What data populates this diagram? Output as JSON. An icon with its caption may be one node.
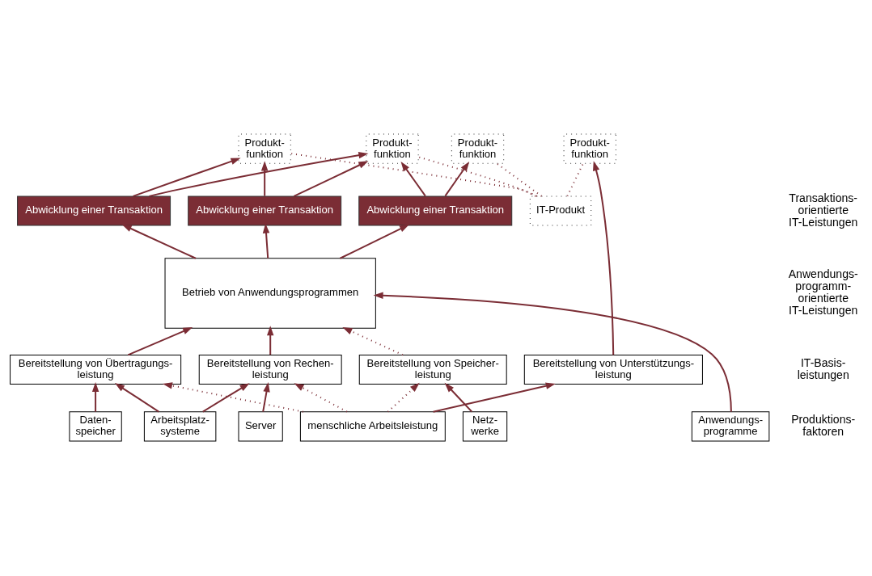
{
  "diagram": {
    "nodes": [
      {
        "text": [
          "IT-Produkt"
        ]
      },
      {
        "text": [
          "Produkt- funktion"
        ]
      },
      {
        "text": [
          "Produkt- funktion"
        ]
      },
      {
        "text": [
          "Produkt- funktion"
        ]
      },
      {
        "text": [
          "Produkt- funktion"
        ]
      },
      {
        "text": [
          "Abwicklung einer Transaktion"
        ]
      },
      {
        "text": [
          "Abwicklung einer Transaktion"
        ]
      },
      {
        "text": [
          "Abwicklung einer Transaktion"
        ]
      },
      {
        "text": [
          "Betrieb von Anwendungsprogrammen"
        ]
      },
      {
        "text": [
          "Bereitstellung von Rechen- leistung"
        ]
      },
      {
        "text": [
          "Bereitstellung von Übertragungs- leistung"
        ]
      },
      {
        "text": [
          "Bereitstellung von Speicher- leistung"
        ]
      },
      {
        "text": [
          "Bereitstellung von Unterstützungs- leistung"
        ]
      },
      {
        "text": [
          "Server"
        ]
      },
      {
        "text": [
          "Daten- speicher"
        ]
      },
      {
        "text": [
          "Netz- werke"
        ]
      },
      {
        "text": [
          "Arbeitsplatz- systeme"
        ]
      },
      {
        "text": [
          "Anwendungs- programme"
        ]
      },
      {
        "text": [
          "menschliche Arbeitsleistung"
        ]
      }
    ],
    "edges": [
      {
        "from": 0,
        "to": 1,
        "arrow": "none",
        "style": "dashed"
      },
      {
        "from": 0,
        "to": 2,
        "arrow": "none",
        "style": "dashed"
      },
      {
        "from": 0,
        "to": 3,
        "arrow": "none",
        "style": "dashed"
      },
      {
        "from": 0,
        "to": 4,
        "arrow": "none",
        "style": "dashed"
      },
      {
        "from": 5,
        "to": 1,
        "arrow": "to"
      },
      {
        "from": 5,
        "to": 2,
        "arrow": "to"
      },
      {
        "from": 6,
        "to": 2,
        "arrow": "to"
      },
      {
        "from": 6,
        "to": 3,
        "arrow": "to"
      },
      {
        "from": 7,
        "to": 2,
        "arrow": "to"
      },
      {
        "from": 7,
        "to": 3,
        "arrow": "to"
      },
      {
        "from": 8,
        "to": 5,
        "arrow": "to"
      },
      {
        "from": 8,
        "to": 6,
        "arrow": "to"
      },
      {
        "from": 8,
        "to": 7,
        "arrow": "to"
      },
      {
        "from": 9,
        "to": 8,
        "arrow": "to"
      },
      {
        "from": 10,
        "to": 8,
        "arrow": "to"
      },
      {
        "from": 11,
        "to": 8,
        "arrow": "to",
        "style": "dashed"
      },
      {
        "from": 17,
        "to": 8,
        "arrow": "to"
      },
      {
        "from": 12,
        "to": 4,
        "arrow": "to"
      },
      {
        "from": 13,
        "to": 9,
        "arrow": "to"
      },
      {
        "from": 16,
        "to": 9,
        "arrow": "to"
      },
      {
        "from": 16,
        "to": 10,
        "arrow": "to"
      },
      {
        "from": 14,
        "to": 10,
        "arrow": "to"
      },
      {
        "from": 15,
        "to": 11,
        "arrow": "to"
      },
      {
        "from": 18,
        "to": 9,
        "arrow": "to",
        "style": "dashed"
      },
      {
        "from": 18,
        "to": 10,
        "arrow": "to",
        "style": "dashed"
      },
      {
        "from": 18,
        "to": 11,
        "arrow": "to",
        "style": "dashed"
      },
      {
        "from": 18,
        "to": 12,
        "arrow": "to"
      }
    ],
    "labels": [
      "Transaktions- orientierte IT-Leistungen",
      "Anwendungs- programm- orientierte IT-Leistungen",
      "IT-Basis- leistungen",
      "Produktions- faktoren"
    ]
  }
}
